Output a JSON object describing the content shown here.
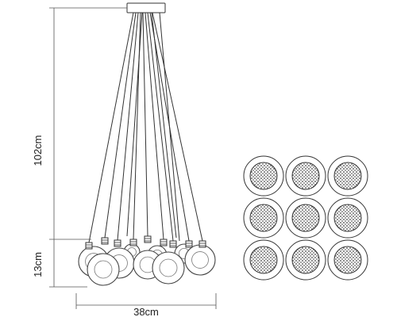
{
  "diagram": {
    "dimensions": {
      "cable_length": "102cm",
      "globe_height": "13cm",
      "width": "38cm"
    },
    "bottom_view": {
      "rows": 3,
      "cols": 3
    }
  }
}
